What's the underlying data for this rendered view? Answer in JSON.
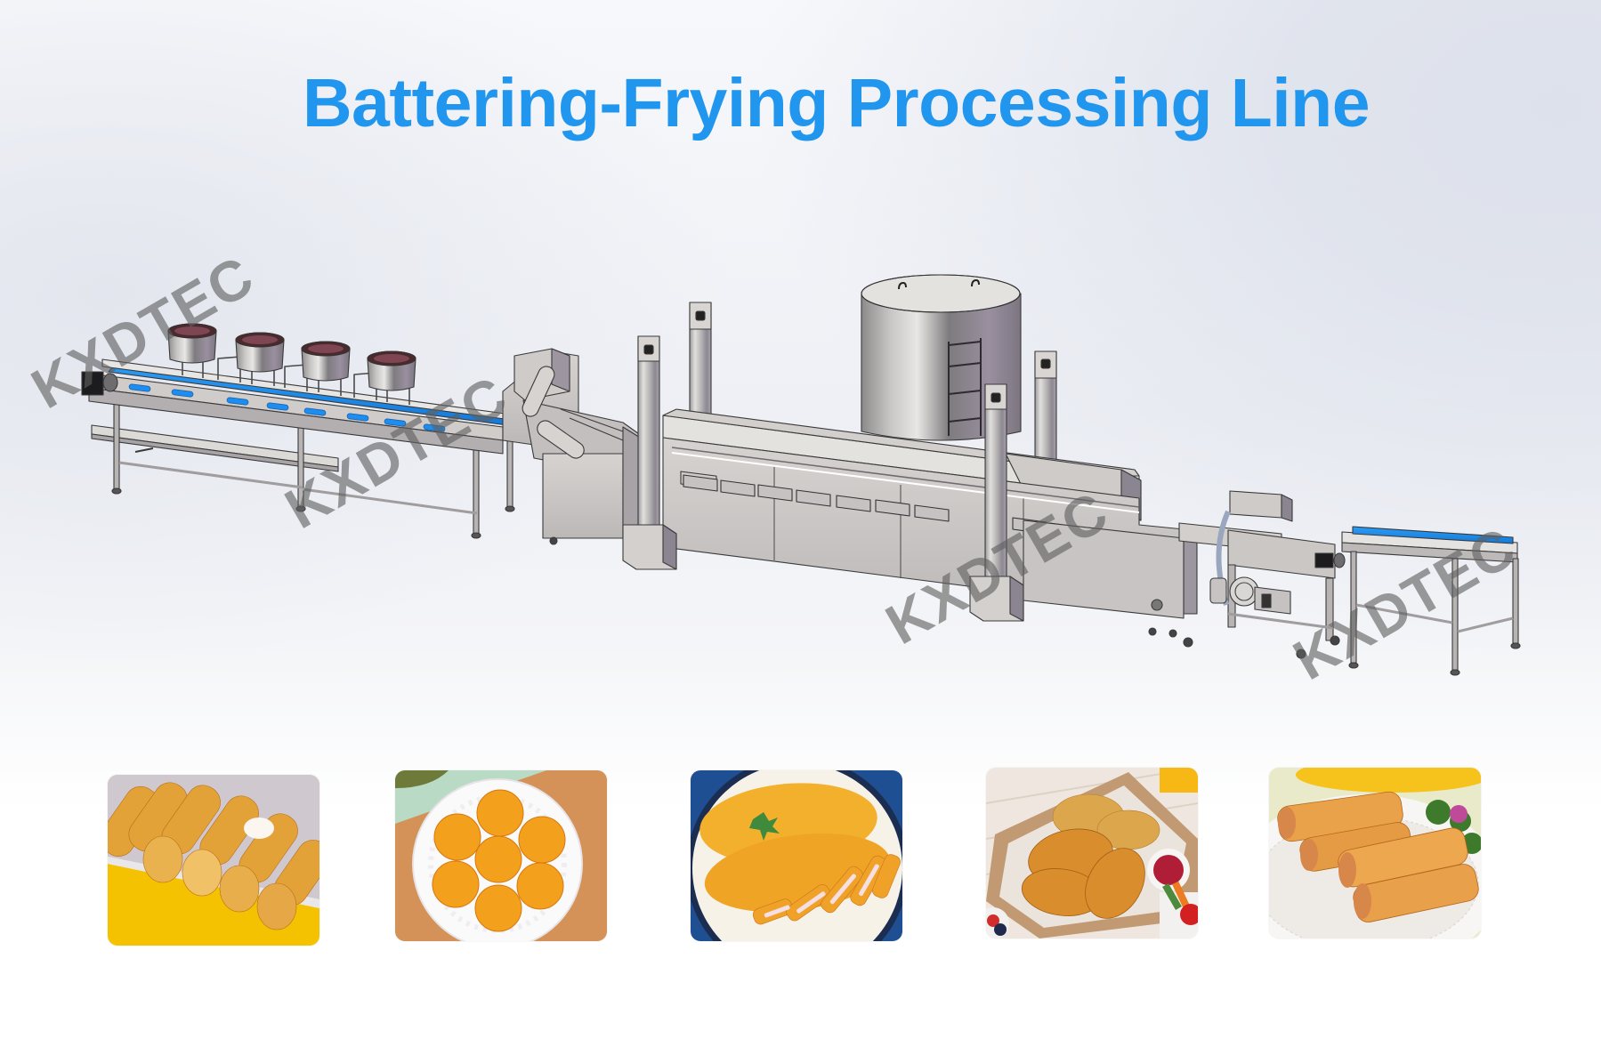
{
  "header": {
    "title": "Battering-Frying Processing Line",
    "title_color": "#2196ee"
  },
  "machine_illustration": {
    "description": "CAD rendering of a battering and frying processing line",
    "sections": [
      {
        "id": "infeed-conveyor",
        "label": "Infeed conveyor with 4 ingredient tubs"
      },
      {
        "id": "batter-coater",
        "label": "Battering / coating machine"
      },
      {
        "id": "continuous-fryer",
        "label": "Continuous fryer with oil tank and lifting columns"
      },
      {
        "id": "breading-machine",
        "label": "Breading machine with blower"
      },
      {
        "id": "outfeed-conveyor",
        "label": "Outfeed conveyor"
      }
    ],
    "belt_color": "#1e90f0",
    "steel_color": "#c9c6c4"
  },
  "watermarks": [
    {
      "text": "KXDTEC"
    },
    {
      "text": "KXDTEC"
    },
    {
      "text": "KXDTEC"
    },
    {
      "text": "KXDTEC"
    }
  ],
  "products": [
    {
      "name": "Fried cheese sticks",
      "icon": "cheese-sticks-photo"
    },
    {
      "name": "Fried cheese balls",
      "icon": "cheese-balls-photo"
    },
    {
      "name": "Breaded chicken cutlet",
      "icon": "chicken-cutlet-photo"
    },
    {
      "name": "Fried chicken drumsticks",
      "icon": "fried-chicken-photo"
    },
    {
      "name": "Spring rolls",
      "icon": "spring-rolls-photo"
    }
  ]
}
